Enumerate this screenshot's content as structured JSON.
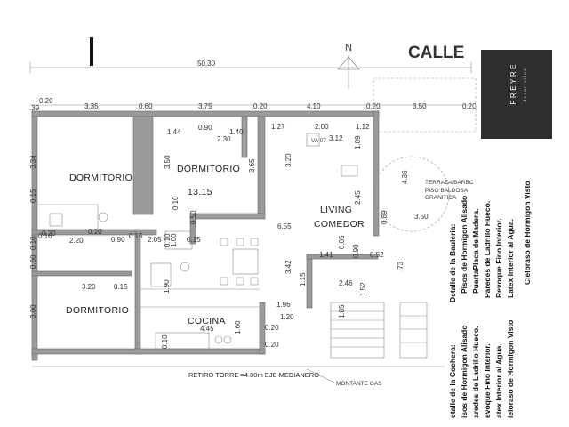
{
  "street": "CALLE",
  "north": "N",
  "rooms": {
    "dormitorio_1": "DORMITORIO",
    "dormitorio_2": "DORMITORIO",
    "dormitorio_2_area": "13.15",
    "dormitorio_3": "DORMITORIO",
    "living": "LIVING",
    "comedor": "COMEDOR",
    "cocina": "COCINA",
    "terraza": "TERRAZA/BARBC",
    "piso_1": "PISO BALDOSA",
    "piso_2": "GRANITICA"
  },
  "dims_top": {
    "total": "50,30",
    "d1": "3.35",
    "d2": "0.60",
    "d3": "3.75",
    "d4": "0.20",
    "d5": "4.10",
    "d6": "0.20",
    "d7": "3.50",
    "d8": "0.20",
    "left_a": "0.20",
    "left_b": "0.20",
    "left_c": ".39"
  },
  "dims_inner": {
    "a": "1.44",
    "b": "0.90",
    "c": "1.40",
    "d": "2.30",
    "e": "1.27",
    "f": "2.00",
    "g": "1.12",
    "h": "3.12",
    "i": "1.89",
    "j": "3.34",
    "k": "3.50",
    "l": "3.65",
    "m": "3.20",
    "n": "0.10",
    "o": "4.36",
    "p": "2.45",
    "q": "3.50",
    "r": "6.55",
    "s": "0.89",
    "t": "0.15",
    "u": "0.10",
    "v": "2.20",
    "w": "0.10",
    "x": "0.90",
    "y": "0.15",
    "z": "2.05",
    "aa": "0.10",
    "ab": "1.00",
    "ac": "0.50",
    "ad": "0.15",
    "ae": "0.15",
    "af": "0.20",
    "ag": "0.10",
    "ah": "0.60",
    "ai": "1.41",
    "aj": "0.05",
    "ak": "0.90",
    "al": "0.52",
    "am": "3.42",
    "an": ".73",
    "ao": "3.20",
    "ap": "0.15",
    "aq": "1.90",
    "ar": "2.46",
    "as": "1.52",
    "at": "1.96",
    "au": "1.20",
    "av": "0.20",
    "aw": "4.45",
    "ax": "3.00",
    "ay": "1.60",
    "az": "0.10",
    "ba": "1.60",
    "bb": "1.85",
    "bc": "0.20",
    "bd": "1.15",
    "be": "VA 07"
  },
  "notes": {
    "retiro": "RETIRO TORRE =4.00m EJE MEDIANERO",
    "montante": "MONTANTE GAS"
  },
  "side_notes": [
    "Detalle de la Bauleria:",
    "Pisos de Hormigon Alisado",
    "PuertaPlaca de Madera.",
    "Paredes de Ladrillo Hueco.",
    "Revoque Fino Interior.",
    "Latex Interior al Agua.",
    "Cieloraso de Hormigon Visto"
  ],
  "side_notes_2": [
    "etalle de la Cochera:",
    "isos de Hormigon Alisado",
    "aredes de Ladrillo Hueco.",
    "evoque Fino Interior.",
    "atex Interior al Agua.",
    "ieloraso de Hormigon Visto"
  ],
  "logo": {
    "name": "FREYRE",
    "sub": "desarrollos"
  },
  "colors": {
    "wall": "#9a9a9a",
    "line": "#555555",
    "logo_bg": "#2f2f2f"
  }
}
